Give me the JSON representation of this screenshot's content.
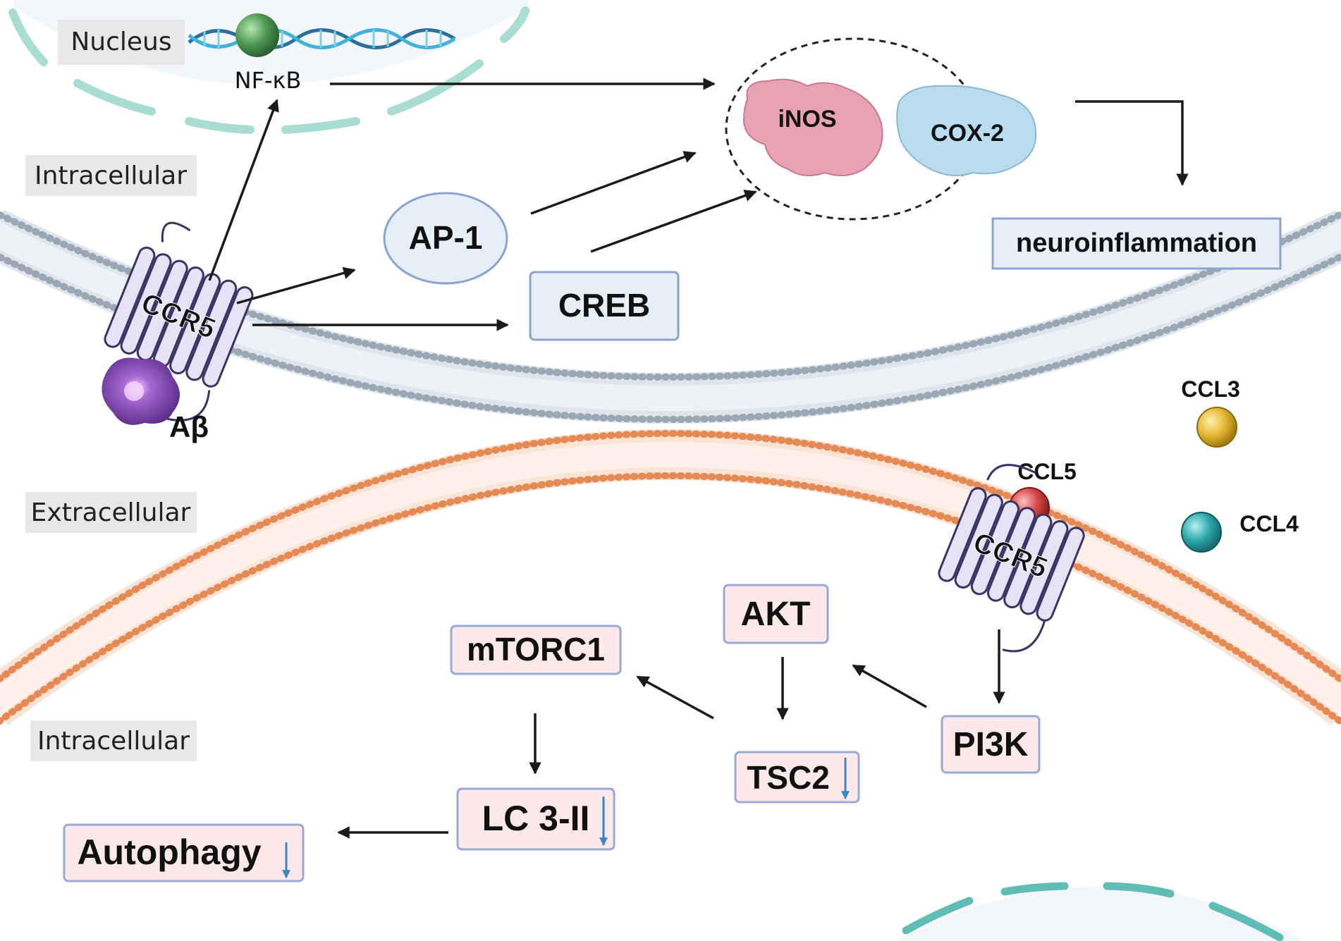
{
  "regions": {
    "nucleus": "Nucleus",
    "intracellular_top": "Intracellular",
    "extracellular": "Extracellular",
    "intracellular_bottom": "Intracellular"
  },
  "top_cell": {
    "nfkb": "NF-κB",
    "receptor": "CCR5",
    "ligand": "Aβ",
    "ap1": "AP-1",
    "creb": "CREB",
    "inos": "iNOS",
    "cox2": "COX-2",
    "outcome": "neuroinflammation"
  },
  "chemokines": {
    "ccl3": "CCL3",
    "ccl4": "CCL4",
    "ccl5": "CCL5"
  },
  "bottom_cell": {
    "receptor": "CCR5",
    "akt": "AKT",
    "mtorc1": "mTORC1",
    "tsc2": "TSC2",
    "pi3k": "PI3K",
    "lc3": "LC 3-II",
    "autophagy": "Autophagy"
  },
  "colors": {
    "top_membrane": "#9aa7b5",
    "bottom_membrane": "#e58a55",
    "nucleus_envelope": "#a9dcd2",
    "inos": "#e8a2b2",
    "cox2": "#b9dcee",
    "ccl3": "#e6b935",
    "ccl4": "#2fa9ad",
    "ccl5": "#d84848",
    "nfkb": "#4f9a55",
    "abeta": "#7a3fa8",
    "down_arrow": "#3b86c6"
  }
}
